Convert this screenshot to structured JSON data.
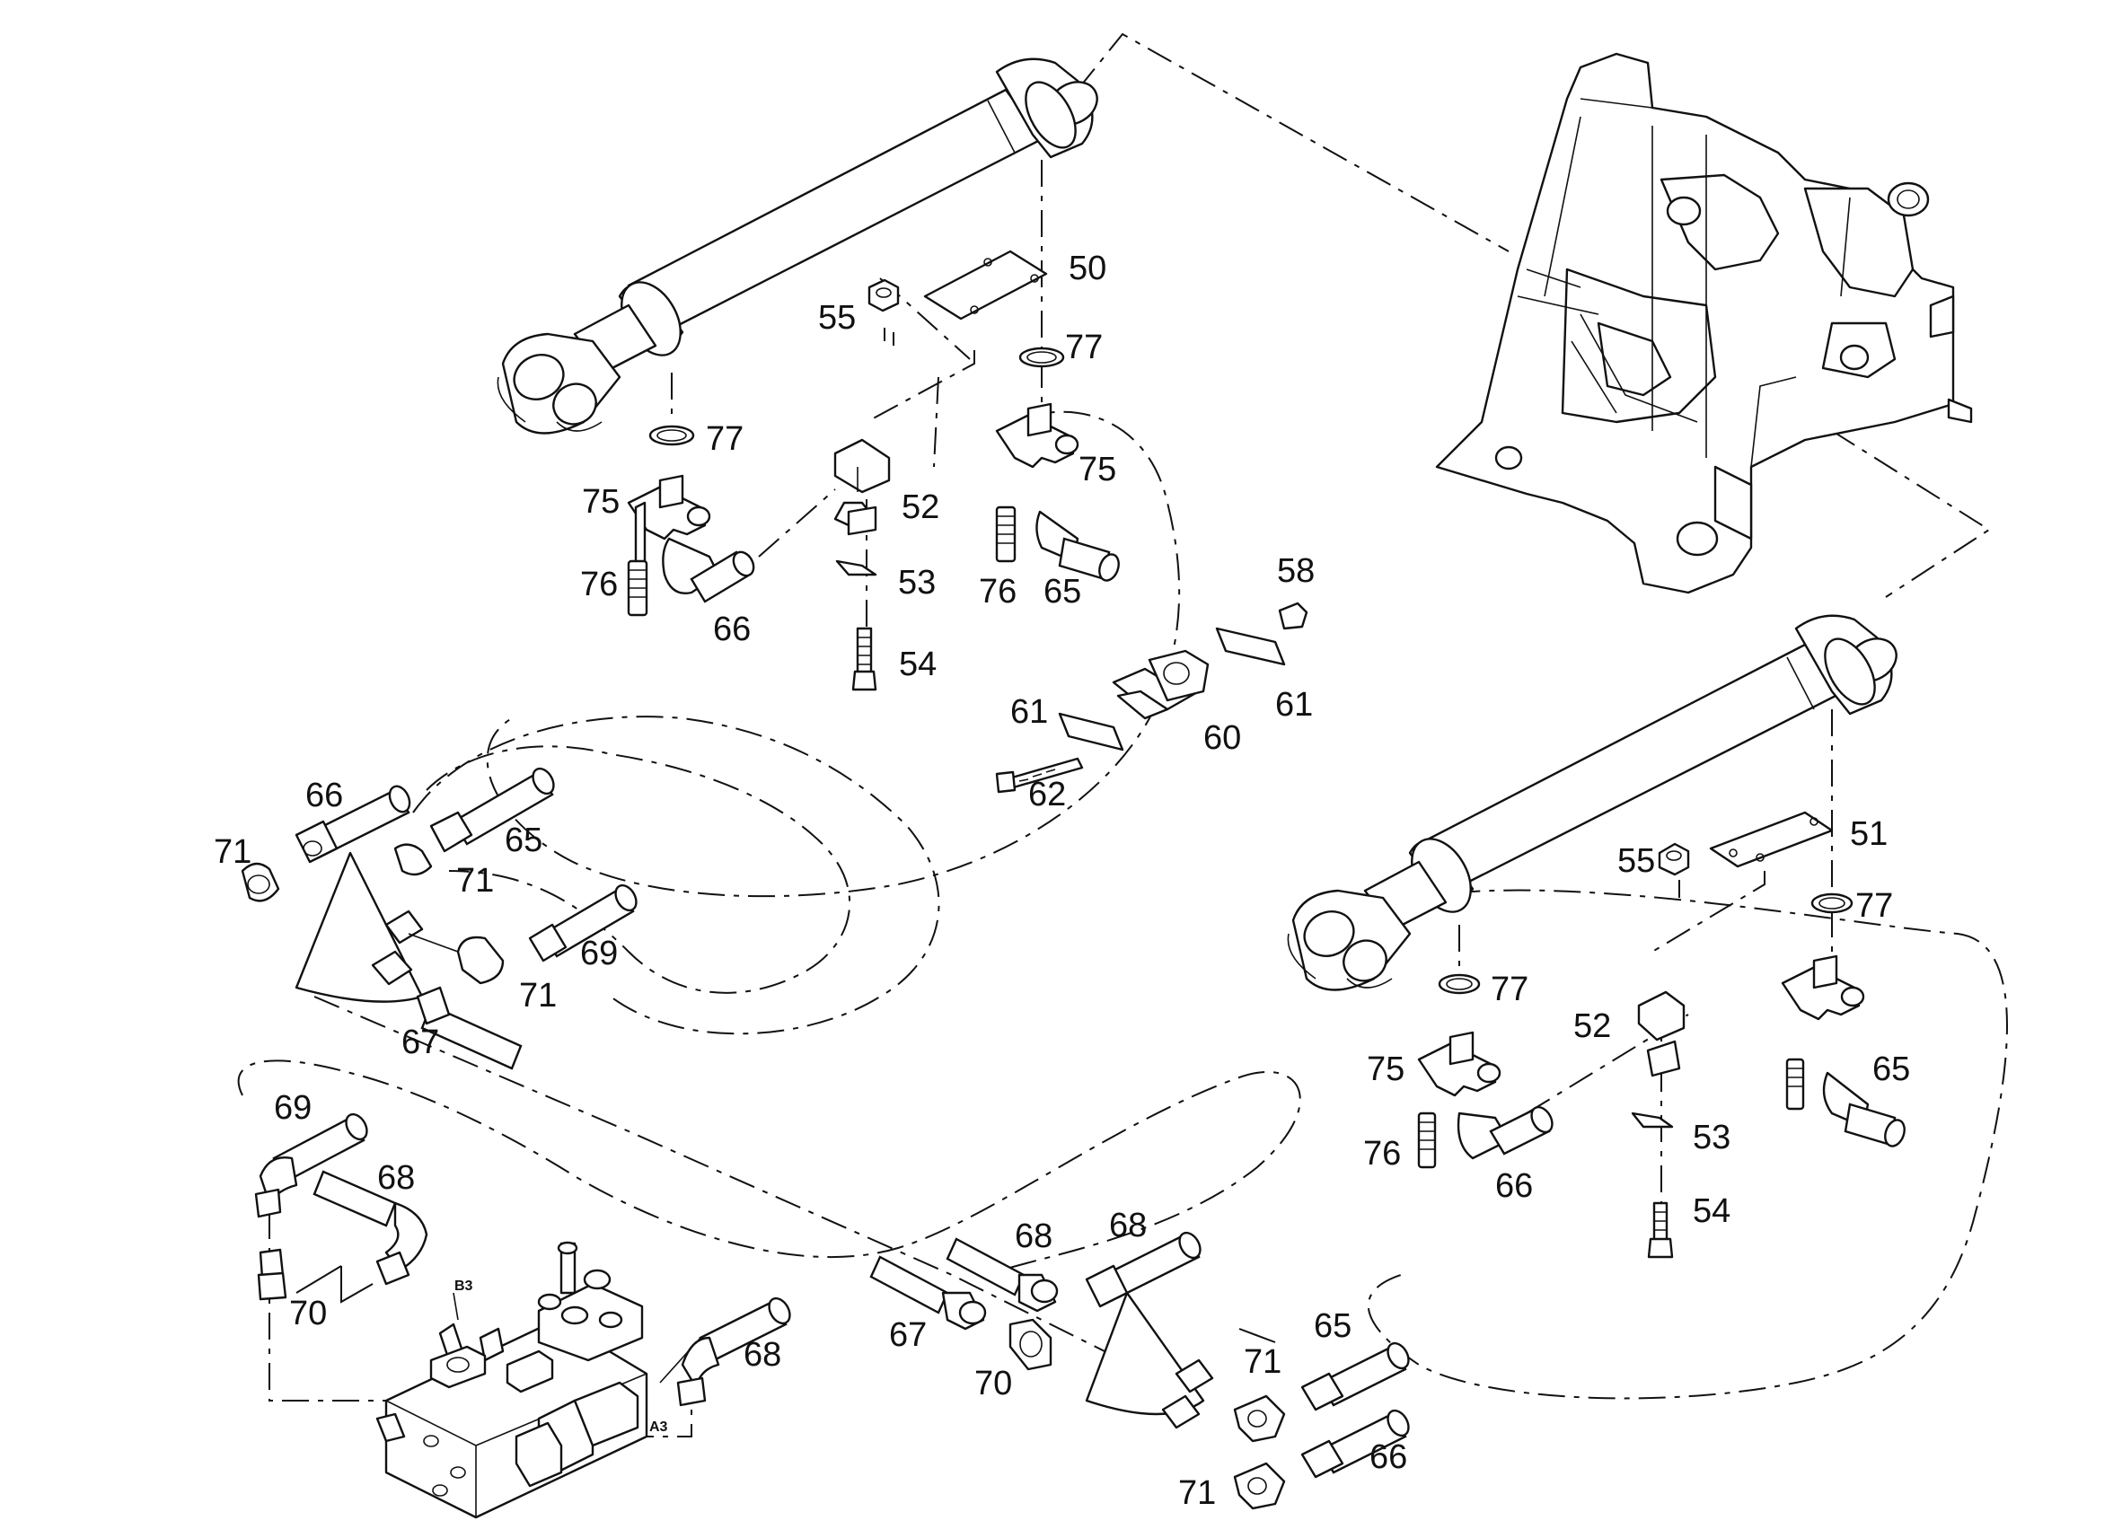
{
  "diagram": {
    "callouts": [
      {
        "id": "c50",
        "text": "50"
      },
      {
        "id": "c77a",
        "text": "77"
      },
      {
        "id": "c55a",
        "text": "55"
      },
      {
        "id": "c77b",
        "text": "77"
      },
      {
        "id": "c75a",
        "text": "75"
      },
      {
        "id": "c52a",
        "text": "52"
      },
      {
        "id": "c75b",
        "text": "75"
      },
      {
        "id": "c76a",
        "text": "76"
      },
      {
        "id": "c53a",
        "text": "53"
      },
      {
        "id": "c76b",
        "text": "76"
      },
      {
        "id": "c65a",
        "text": "65"
      },
      {
        "id": "c66a",
        "text": "66"
      },
      {
        "id": "c54a",
        "text": "54"
      },
      {
        "id": "c58",
        "text": "58"
      },
      {
        "id": "c61a",
        "text": "61"
      },
      {
        "id": "c61b",
        "text": "61"
      },
      {
        "id": "c60",
        "text": "60"
      },
      {
        "id": "c62",
        "text": "62"
      },
      {
        "id": "c66b",
        "text": "66"
      },
      {
        "id": "c65b",
        "text": "65"
      },
      {
        "id": "c71a",
        "text": "71"
      },
      {
        "id": "c71b",
        "text": "71"
      },
      {
        "id": "c69a",
        "text": "69"
      },
      {
        "id": "c71c",
        "text": "71"
      },
      {
        "id": "c67a",
        "text": "67"
      },
      {
        "id": "c51",
        "text": "51"
      },
      {
        "id": "c55b",
        "text": "55"
      },
      {
        "id": "c77c",
        "text": "77"
      },
      {
        "id": "c77d",
        "text": "77"
      },
      {
        "id": "c52b",
        "text": "52"
      },
      {
        "id": "c75c",
        "text": "75"
      },
      {
        "id": "c65c",
        "text": "65"
      },
      {
        "id": "c76c",
        "text": "76"
      },
      {
        "id": "c53b",
        "text": "53"
      },
      {
        "id": "c66c",
        "text": "66"
      },
      {
        "id": "c54b",
        "text": "54"
      },
      {
        "id": "c69b",
        "text": "69"
      },
      {
        "id": "c68a",
        "text": "68"
      },
      {
        "id": "c68b",
        "text": "68"
      },
      {
        "id": "c68c",
        "text": "68"
      },
      {
        "id": "c70a",
        "text": "70"
      },
      {
        "id": "c67b",
        "text": "67"
      },
      {
        "id": "c68d",
        "text": "68"
      },
      {
        "id": "c70b",
        "text": "70"
      },
      {
        "id": "c65d",
        "text": "65"
      },
      {
        "id": "c71d",
        "text": "71"
      },
      {
        "id": "c66d",
        "text": "66"
      },
      {
        "id": "c71e",
        "text": "71"
      }
    ],
    "ports": [
      {
        "id": "pB3",
        "text": "B3"
      },
      {
        "id": "pA3",
        "text": "A3"
      }
    ]
  }
}
